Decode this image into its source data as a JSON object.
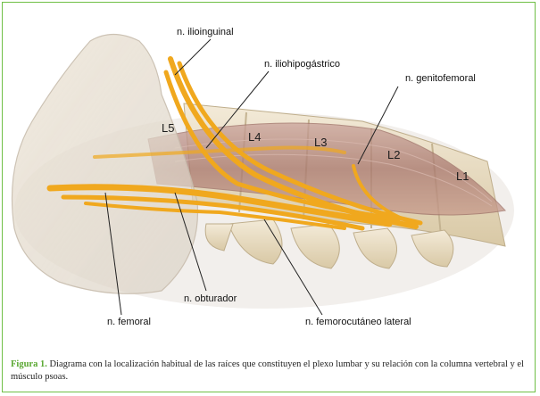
{
  "labels": {
    "ilioinguinal": "n. ilioinguinal",
    "iliohipogastrico": "n. iliohipogástrico",
    "genitofemoral": "n. genitofemoral",
    "obturador": "n. obturador",
    "femoral": "n. femoral",
    "femorocutaneo": "n. femorocutáneo lateral"
  },
  "vertebrae": {
    "l5": "L5",
    "l4": "L4",
    "l3": "L3",
    "l2": "L2",
    "l1": "L1"
  },
  "caption": {
    "figure_label": "Figura 1.",
    "text": "Diagrama con la localización habitual de las raíces que constituyen el plexo lumbar y su relación con la columna vertebral y el músculo psoas."
  },
  "colors": {
    "frame": "#6fbf45",
    "nerve": "#f0a81e",
    "bone": "#e8dcc2",
    "muscle": "#b88a80"
  }
}
